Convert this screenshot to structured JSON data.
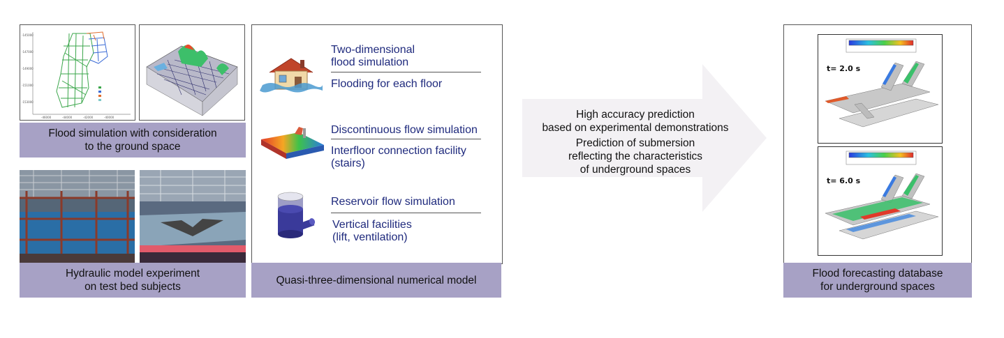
{
  "left": {
    "top_caption_line1": "Flood simulation with consideration",
    "top_caption_line2": "to the ground space",
    "bottom_caption_line1": "Hydraulic model experiment",
    "bottom_caption_line2": "on test bed subjects"
  },
  "middle": {
    "caption": "Quasi-three-dimensional numerical model",
    "items": [
      {
        "title_line1": "Two-dimensional",
        "title_line2": "flood simulation",
        "sub_line1": "Flooding for each floor",
        "sub_line2": ""
      },
      {
        "title_line1": "Discontinuous flow simulation",
        "title_line2": "",
        "sub_line1": "Interfloor connection facility",
        "sub_line2": "(stairs)"
      },
      {
        "title_line1": "Reservoir flow simulation",
        "title_line2": "",
        "sub_line1": "Vertical facilities",
        "sub_line2": "(lift, ventilation)"
      }
    ]
  },
  "arrow": {
    "line1": "High accuracy prediction",
    "line2": "based on experimental demonstrations",
    "line3": "Prediction of submersion",
    "line4": "reflecting the characteristics",
    "line5": "of underground spaces",
    "fill": "#f3f1f4"
  },
  "right": {
    "sim1_label": "t=  2.0 s",
    "sim2_label": "t=  6.0 s",
    "caption_line1": "Flood forecasting database",
    "caption_line2": "for underground spaces"
  },
  "colors": {
    "caption_bg": "#a7a1c5",
    "text_blue": "#1f2a7d"
  }
}
